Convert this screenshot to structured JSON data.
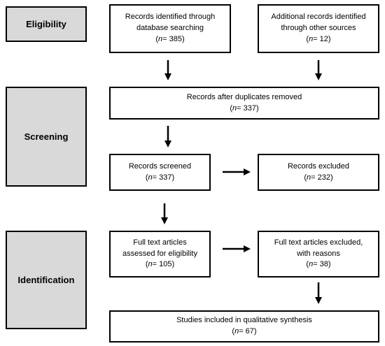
{
  "stages": {
    "eligibility": "Eligibility",
    "screening": "Screening",
    "identification": "Identification"
  },
  "boxes": {
    "db_search": {
      "line1": "Records identified through",
      "line2": "database searching",
      "n_label": "n",
      "n_value": "= 385"
    },
    "other_sources": {
      "line1": "Additional records identified",
      "line2": "through other sources",
      "n_label": "n",
      "n_value": "= 12"
    },
    "dedup": {
      "line1": "Records after duplicates removed",
      "n_label": "n",
      "n_value": "= 337"
    },
    "screened": {
      "line1": "Records screened",
      "n_label": "n",
      "n_value": "= 337"
    },
    "excluded": {
      "line1": "Records excluded",
      "n_label": "n",
      "n_value": "= 232"
    },
    "fulltext": {
      "line1": "Full text articles",
      "line2": "assessed for eligibility",
      "n_label": "n",
      "n_value": "= 105"
    },
    "fulltext_excluded": {
      "line1": "Full text articles excluded,",
      "line2": "with reasons",
      "n_label": "n",
      "n_value": "= 38"
    },
    "included": {
      "line1": "Studies included in qualitative synthesis",
      "n_label": "n",
      "n_value": "= 67"
    }
  }
}
